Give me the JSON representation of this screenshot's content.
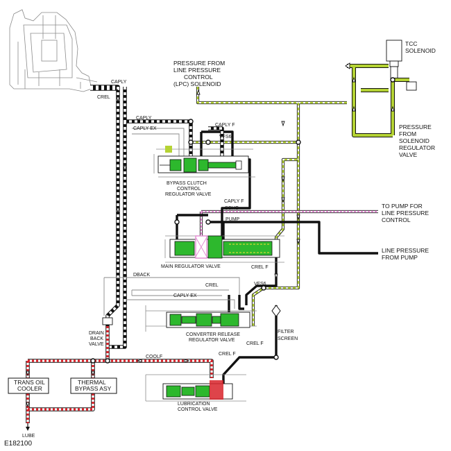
{
  "labels": {
    "tcc_solenoid_1": "TCC",
    "tcc_solenoid_2": "SOLENOID",
    "lpc_1": "PRESSURE FROM",
    "lpc_2": "LINE PRESSURE",
    "lpc_3": "CONTROL",
    "lpc_4": "(LPC) SOLENOID",
    "ssr_1": "PRESSURE",
    "ssr_2": "FROM",
    "ssr_3": "SOLENOID",
    "ssr_4": "REGULATOR",
    "ssr_5": "VALVE",
    "pump_lpc_1": "TO PUMP FOR",
    "pump_lpc_2": "LINE PRESSURE",
    "pump_lpc_3": "CONTROL",
    "line_pump_1": "LINE PRESSURE",
    "line_pump_2": "FROM PUMP",
    "caply_top": "CAPLY",
    "crel_top": "CREL",
    "caply_mid": "CAPLY",
    "caply_ex_top": "CAPLY EX",
    "caply_f_1": "CAPLY F",
    "vfs6_1": "VFS6",
    "bypass_1": "BYPASS CLUTCH",
    "bypass_2": "CONTROL",
    "bypass_3": "REGULATOR VALVE",
    "caply_f_2": "CAPLY F",
    "schg": "SCHG",
    "pump": "PUMP",
    "main_reg": "MAIN REGULATOR VALVE",
    "crel_f_1": "CREL F",
    "dback": "DBACK",
    "crel_mid": "CREL",
    "vfs6_2": "VFS6",
    "caply_ex_low": "CAPLY EX",
    "conv_rel_1": "CONVERTER RELEASE",
    "conv_rel_2": "REGULATOR VALVE",
    "drain_1": "DRAIN",
    "drain_2": "BACK",
    "drain_3": "VALVE",
    "filter_1": "FILTER",
    "filter_2": "SCREEN",
    "crel_f_2": "CREL F",
    "crel_f_3": "CREL F",
    "coolf": "COOLF",
    "trans_oil_1": "TRANS OIL",
    "trans_oil_2": "COOLER",
    "thermal_1": "THERMAL",
    "thermal_2": "BYPASS ASY",
    "lube_1": "LUBRICATION",
    "lube_2": "CONTROL VALVE",
    "lube_out": "LUBE",
    "ref_code": "E182100"
  },
  "colors": {
    "green_fill": "#2db82d",
    "line_black": "#111111",
    "stripe_green": "#b5d334",
    "stripe_pink": "#e38fd3",
    "stripe_red": "#d8232a"
  }
}
